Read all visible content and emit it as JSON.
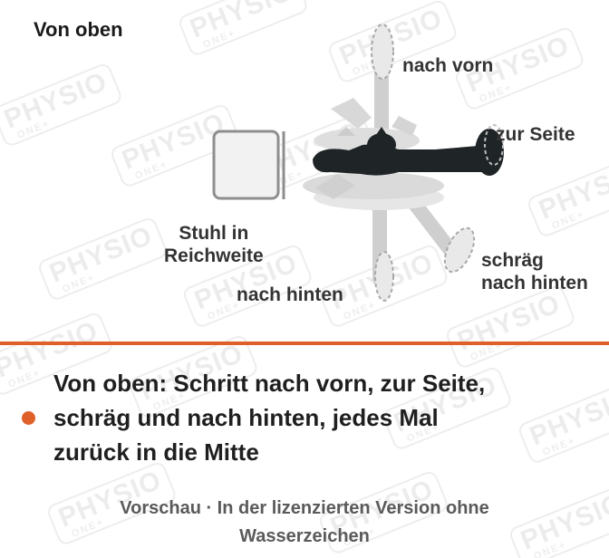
{
  "diagram": {
    "heading": "Von oben",
    "labels": {
      "forward": "nach vorn",
      "side": "zur Seite",
      "chair_line1": "Stuhl in",
      "chair_line2": "Reichweite",
      "backward": "nach hinten",
      "diagonal_line1": "schräg",
      "diagonal_line2": "nach hinten"
    }
  },
  "caption": {
    "line1": "Von oben: Schritt nach vorn, zur Seite,",
    "line2": "schräg und nach hinten, jedes Mal",
    "line3": "zurück in die Mitte"
  },
  "footer": {
    "line1": "Vorschau · In der lizenzierten Version ohne",
    "line2": "Wasserzeichen"
  },
  "watermark": {
    "main": "PHYSIO",
    "sub": "ONE+"
  },
  "colors": {
    "accent": "#e0602a",
    "figure_dark": "#1f2426",
    "figure_ghost": "#c8c8c8",
    "chair_fill": "#f2f2f2",
    "chair_stroke": "#8e8e8e",
    "footprint_stroke": "#a8a8a8"
  }
}
